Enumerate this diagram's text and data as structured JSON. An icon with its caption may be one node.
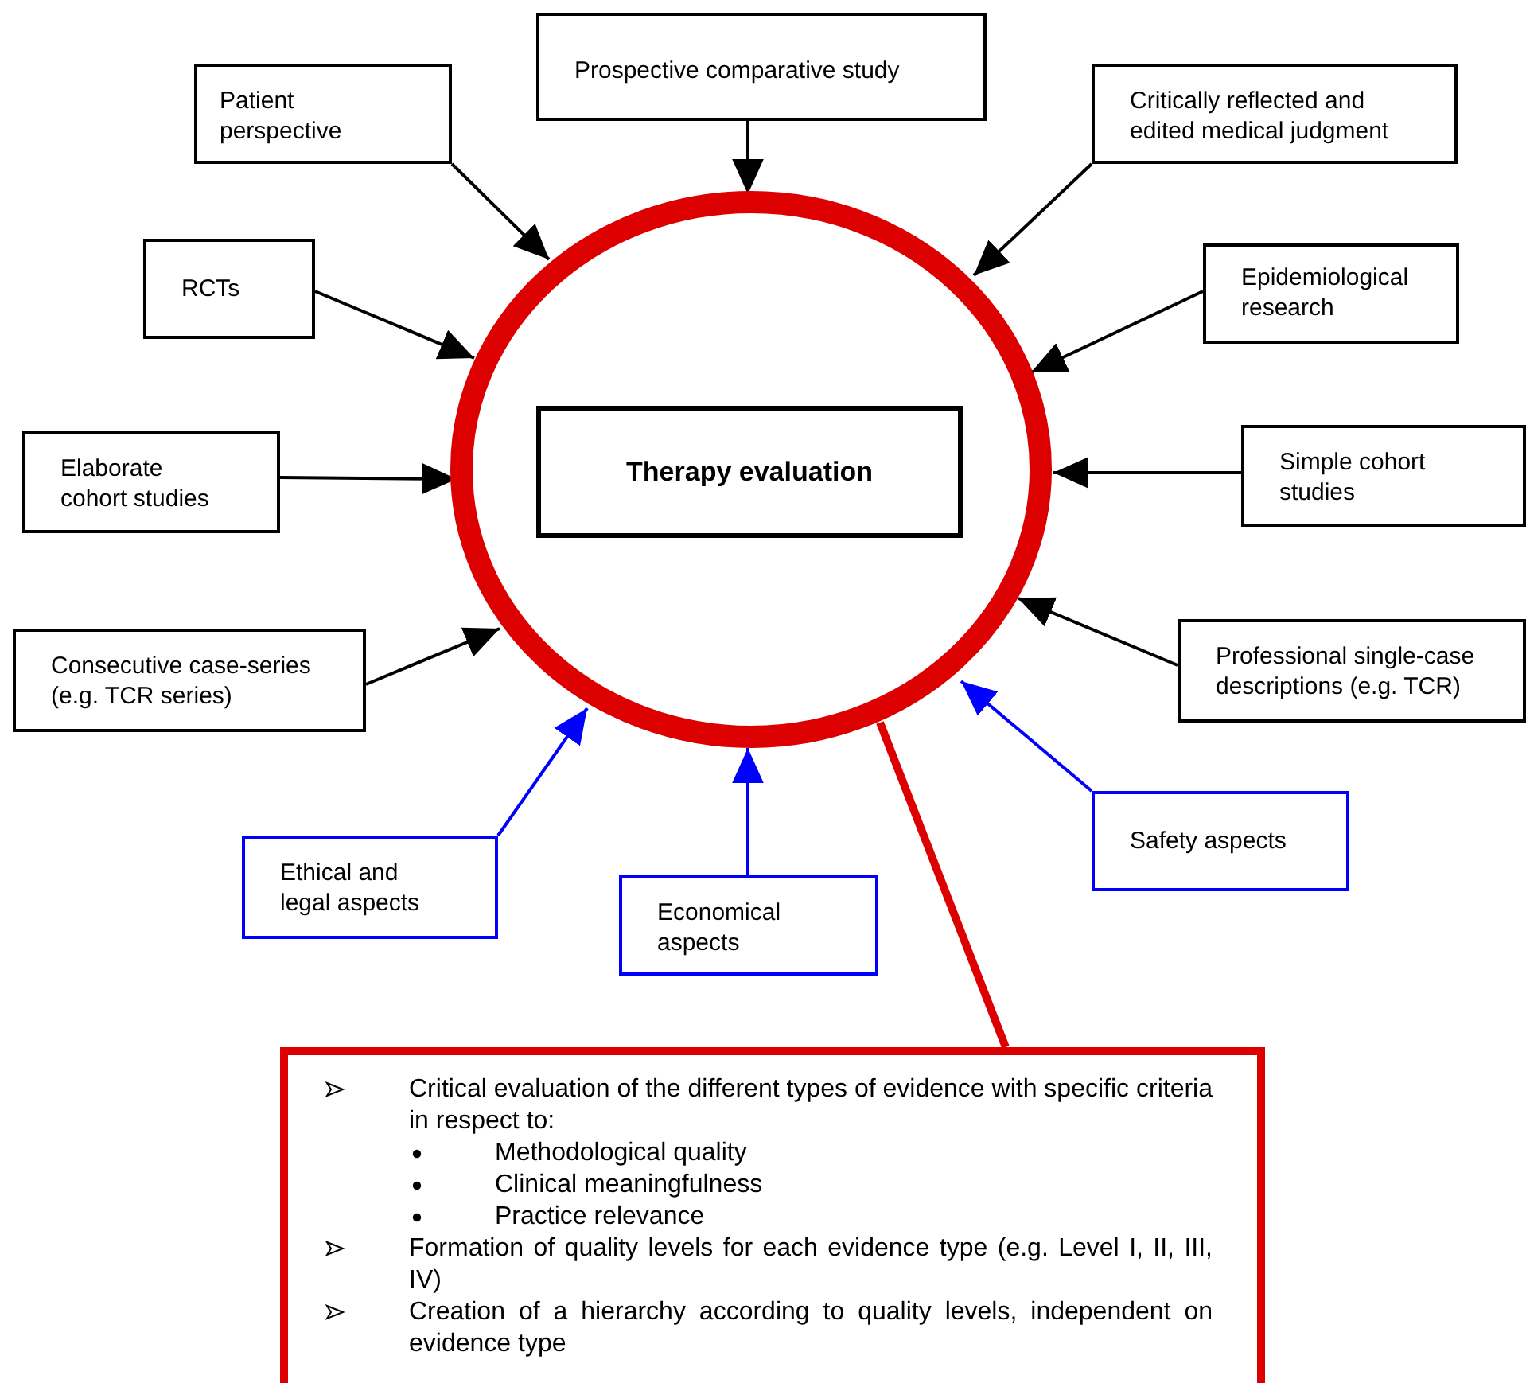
{
  "diagram": {
    "nodes": [
      {
        "text": [],
        "shape": "circle"
      },
      {
        "text": [
          "Therapy evaluation"
        ],
        "in": 0
      },
      {
        "text": [
          "Patient perspective"
        ]
      },
      {
        "text": [
          "Prospective comparative study"
        ]
      },
      {
        "text": [
          "Critically reflected and edited medical judgment"
        ]
      },
      {
        "text": [
          "RCTs"
        ]
      },
      {
        "text": [
          "Epidemiological research"
        ]
      },
      {
        "text": [
          "Elaborate cohort studies"
        ]
      },
      {
        "text": [
          "Simple cohort studies"
        ]
      },
      {
        "text": [
          "Consecutive case-series (e.g. TCR series)"
        ]
      },
      {
        "text": [
          "Professional single-case descriptions (e.g. TCR)"
        ]
      },
      {
        "text": [
          "Ethical and legal aspects"
        ]
      },
      {
        "text": [
          "Economical aspects"
        ]
      },
      {
        "text": [
          "Safety aspects"
        ]
      },
      {
        "text": [
          "Critical evaluation of the different types of evidence with specific criteria in respect to:",
          "Methodological quality",
          "Clinical meaningfulness",
          "Practice relevance",
          "Formation of quality levels for each evidence type (e.g. Level I, II, III, IV)",
          "Creation of a hierarchy according to quality levels, independent on evidence type"
        ]
      }
    ],
    "edges": [
      {
        "from": 2,
        "to": 0,
        "arrow": "to"
      },
      {
        "from": 3,
        "to": 0,
        "arrow": "to"
      },
      {
        "from": 4,
        "to": 0,
        "arrow": "to"
      },
      {
        "from": 5,
        "to": 0,
        "arrow": "to"
      },
      {
        "from": 6,
        "to": 0,
        "arrow": "to"
      },
      {
        "from": 7,
        "to": 0,
        "arrow": "to"
      },
      {
        "from": 8,
        "to": 0,
        "arrow": "to"
      },
      {
        "from": 9,
        "to": 0,
        "arrow": "to"
      },
      {
        "from": 10,
        "to": 0,
        "arrow": "to"
      },
      {
        "from": 11,
        "to": 0,
        "arrow": "to",
        "color": "#0000ff"
      },
      {
        "from": 12,
        "to": 0,
        "arrow": "to",
        "color": "#0000ff"
      },
      {
        "from": 13,
        "to": 0,
        "arrow": "to",
        "color": "#0000ff"
      },
      {
        "from": 0,
        "to": 14,
        "arrow": "none",
        "color": "#dd0000",
        "style": "thick"
      }
    ]
  }
}
